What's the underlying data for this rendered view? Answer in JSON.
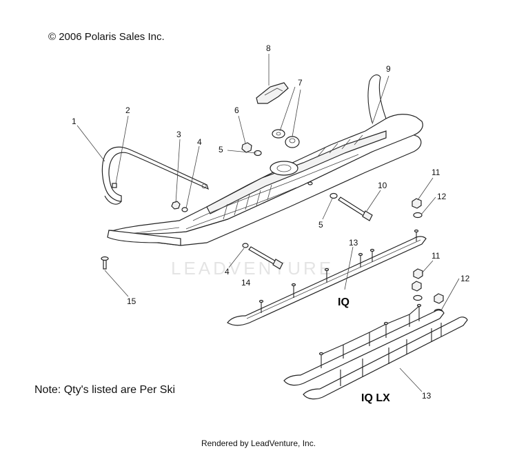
{
  "copyright": "© 2006 Polaris Sales Inc.",
  "note": "Note: Qty's listed are Per Ski",
  "footer": "Rendered by LeadVenture, Inc.",
  "watermark": "LEADVENTURE",
  "variants": {
    "iq": "IQ",
    "iq_lx": "IQ LX"
  },
  "callouts": [
    {
      "id": "c1",
      "label": "1"
    },
    {
      "id": "c2",
      "label": "2"
    },
    {
      "id": "c3",
      "label": "3"
    },
    {
      "id": "c4a",
      "label": "4"
    },
    {
      "id": "c4b",
      "label": "4"
    },
    {
      "id": "c5a",
      "label": "5"
    },
    {
      "id": "c5b",
      "label": "5"
    },
    {
      "id": "c6",
      "label": "6"
    },
    {
      "id": "c7",
      "label": "7"
    },
    {
      "id": "c8",
      "label": "8"
    },
    {
      "id": "c9",
      "label": "9"
    },
    {
      "id": "c10",
      "label": "10"
    },
    {
      "id": "c11a",
      "label": "11"
    },
    {
      "id": "c11b",
      "label": "11"
    },
    {
      "id": "c12a",
      "label": "12"
    },
    {
      "id": "c12b",
      "label": "12"
    },
    {
      "id": "c13a",
      "label": "13"
    },
    {
      "id": "c13b",
      "label": "13"
    },
    {
      "id": "c14",
      "label": "14"
    },
    {
      "id": "c15",
      "label": "15"
    }
  ]
}
